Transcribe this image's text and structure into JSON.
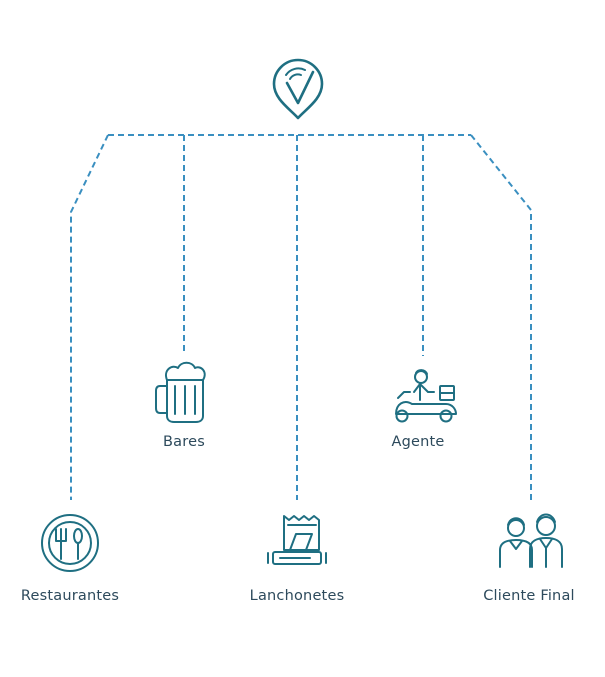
{
  "brand": {
    "icon": "pin-check-logo-icon",
    "color": "#1f6f82"
  },
  "colors": {
    "connector": "#3a8fc0",
    "icon": "#1f6f82",
    "label": "#2d4a5c"
  },
  "nodes": [
    {
      "key": "bares",
      "label": "Bares",
      "icon": "beer-mug-icon"
    },
    {
      "key": "agente",
      "label": "Agente",
      "icon": "delivery-scooter-icon"
    },
    {
      "key": "restaurantes",
      "label": "Restaurantes",
      "icon": "plate-cutlery-icon"
    },
    {
      "key": "lanchonetes",
      "label": "Lanchonetes",
      "icon": "snack-bar-icon"
    },
    {
      "key": "cliente_final",
      "label": "Cliente Final",
      "icon": "customers-icon"
    }
  ]
}
